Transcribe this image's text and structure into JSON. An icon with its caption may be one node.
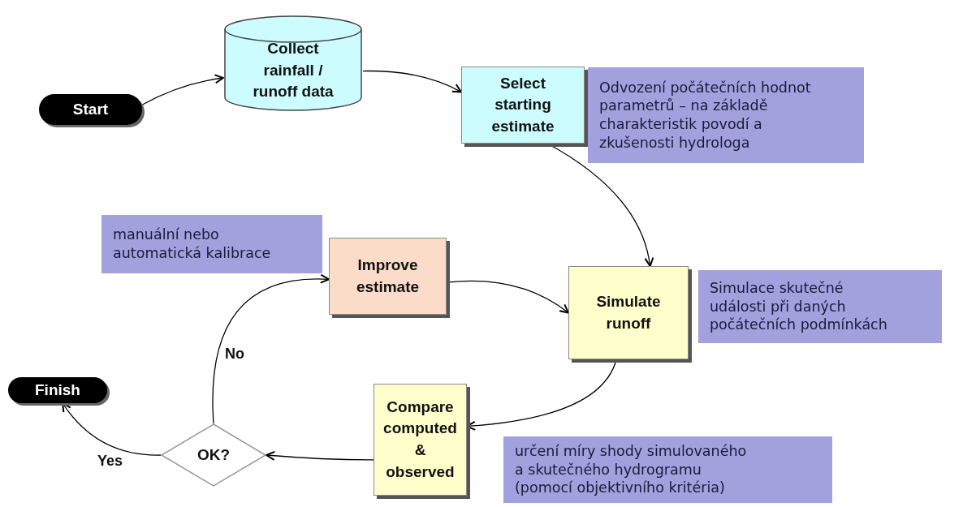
{
  "diagram": {
    "nodes": [
      {
        "text": [
          "Start"
        ]
      },
      {
        "text": [
          "Collect rainfall / runoff data"
        ]
      },
      {
        "text": [
          "Select starting estimate"
        ]
      },
      {
        "text": [
          "Odvození počátečních hodnot parametrů – na základě charakteristik povodí a zkušenosti hydrologa"
        ]
      },
      {
        "text": [
          "manuální nebo automatická kalibrace"
        ]
      },
      {
        "text": [
          "Improve estimate"
        ]
      },
      {
        "text": [
          "Simulate runoff"
        ]
      },
      {
        "text": [
          "Simulace skutečné události při daných počátečních podmínkách"
        ]
      },
      {
        "text": [
          "Finish"
        ]
      },
      {
        "text": [
          "Compare computed & observed"
        ]
      },
      {
        "text": [
          "OK?"
        ]
      },
      {
        "text": [
          "určení míry shody simulovaného a skutečného hydrogramu (pomocí objektivního kritéria)"
        ]
      }
    ],
    "edges": [
      {
        "from": 0,
        "to": 1,
        "arrow": "to"
      },
      {
        "from": 1,
        "to": 2,
        "arrow": "to"
      },
      {
        "from": 2,
        "to": 6,
        "arrow": "to"
      },
      {
        "from": 5,
        "to": 6,
        "arrow": "to"
      },
      {
        "from": 6,
        "to": 9,
        "arrow": "to"
      },
      {
        "from": 9,
        "to": 10,
        "arrow": "to"
      },
      {
        "from": 10,
        "to": 5,
        "arrow": "to",
        "label": "No"
      },
      {
        "from": 10,
        "to": 8,
        "arrow": "to",
        "label": "Yes"
      }
    ]
  }
}
